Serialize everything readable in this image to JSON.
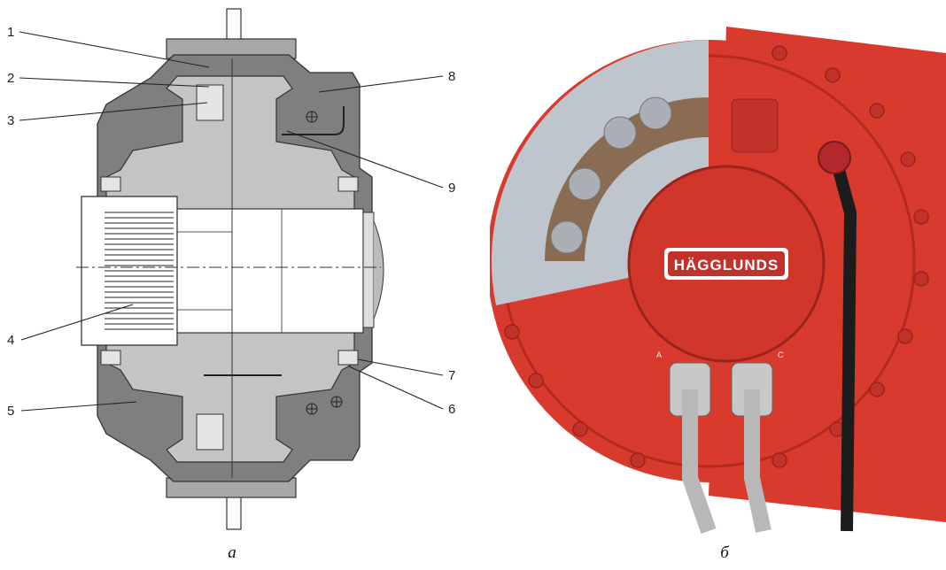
{
  "figure_a": {
    "caption": "a",
    "callouts": [
      "1",
      "2",
      "3",
      "4",
      "5",
      "6",
      "7",
      "8",
      "9"
    ]
  },
  "figure_b": {
    "caption": "б",
    "brand_plate": "HÄGGLUNDS",
    "port_labels": [
      "A",
      "C"
    ]
  },
  "colors": {
    "housing": "#7f7f7f",
    "rotor": "#bdbdbd",
    "motor_red": "#d83a2e",
    "motor_red_dark": "#b52a20"
  }
}
